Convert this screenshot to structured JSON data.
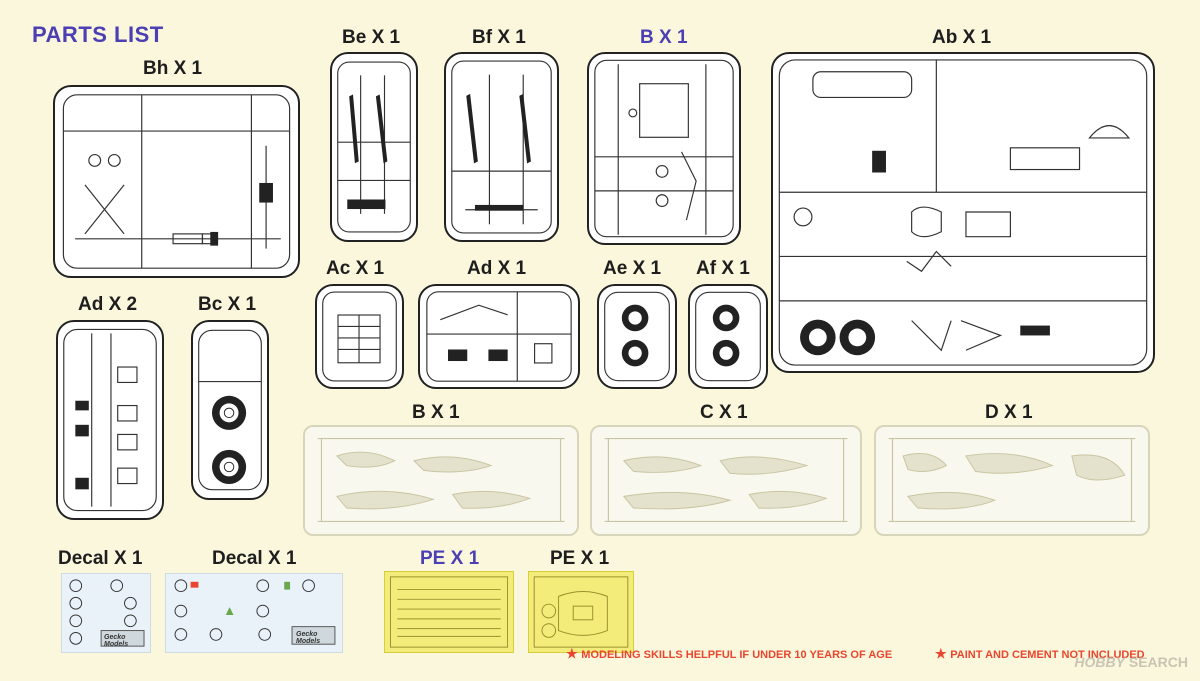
{
  "title": "PARTS LIST",
  "sprues": {
    "bh": {
      "label": "Bh X 1"
    },
    "be": {
      "label": "Be X 1"
    },
    "bf": {
      "label": "Bf X 1"
    },
    "b": {
      "label": "B X 1"
    },
    "ab": {
      "label": "Ab X 1"
    },
    "ad2": {
      "label": "Ad X 2"
    },
    "bc": {
      "label": "Bc X 1"
    },
    "ac": {
      "label": "Ac X 1"
    },
    "ad1": {
      "label": "Ad X 1"
    },
    "ae": {
      "label": "Ae X 1"
    },
    "af": {
      "label": "Af X 1"
    }
  },
  "clear_sprues": {
    "b": {
      "label": "B X 1"
    },
    "c": {
      "label": "C X 1"
    },
    "d": {
      "label": "D X 1"
    }
  },
  "extras": {
    "decal1": {
      "label": "Decal X 1"
    },
    "decal2": {
      "label": "Decal X 1"
    },
    "pe1": {
      "label": "PE X 1"
    },
    "pe2": {
      "label": "PE X 1"
    },
    "decal_brand": "Gecko Models"
  },
  "notes": {
    "n1": "MODELING SKILLS HELPFUL IF UNDER 10 YEARS OF AGE",
    "n2": "PAINT AND CEMENT NOT INCLUDED"
  },
  "watermark": {
    "brand": "HOBBY",
    "suffix": "SEARCH"
  },
  "colors": {
    "accent": "#4b3fb3",
    "warning": "#e8462e",
    "background": "#fbf7dc"
  }
}
